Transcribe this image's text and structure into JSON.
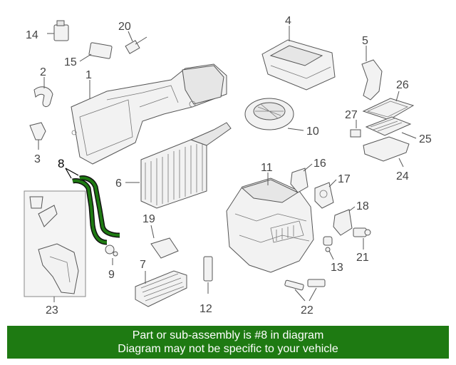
{
  "callouts": {
    "c1": "1",
    "c2": "2",
    "c3": "3",
    "c4": "4",
    "c5": "5",
    "c6": "6",
    "c7": "7",
    "c8": "8",
    "c9": "9",
    "c10": "10",
    "c11": "11",
    "c12": "12",
    "c13": "13",
    "c14": "14",
    "c15": "15",
    "c16": "16",
    "c17": "17",
    "c18": "18",
    "c19": "19",
    "c20": "20",
    "c21": "21",
    "c22": "22",
    "c23": "23",
    "c24": "24",
    "c25": "25",
    "c26": "26",
    "c27": "27"
  },
  "highlight_color": "#1e7a12",
  "banner": {
    "line1": "Part or sub-assembly is #8 in diagram",
    "line2": "Diagram may not be specific to your vehicle"
  }
}
